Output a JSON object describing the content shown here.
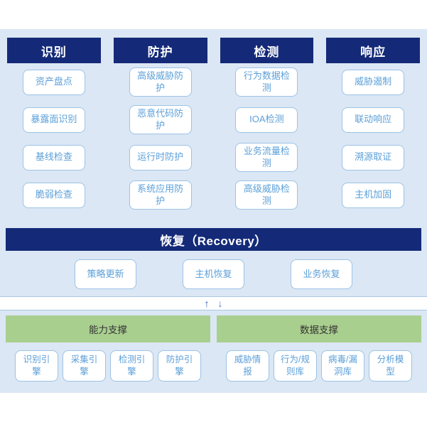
{
  "colors": {
    "navy": "#142a78",
    "panel_bg": "#dbe7f4",
    "box_border": "#9dc3e6",
    "box_text": "#5b9fd8",
    "green": "#a9cf8f",
    "arrow_up": "#2456b4",
    "arrow_down": "#4a7bd4"
  },
  "columns": [
    {
      "header": "识别",
      "items": [
        "资产盘点",
        "暴露面识别",
        "基线检查",
        "脆弱检查"
      ]
    },
    {
      "header": "防护",
      "items": [
        "高级威胁防护",
        "恶意代码防护",
        "运行时防护",
        "系统应用防护"
      ]
    },
    {
      "header": "检测",
      "items": [
        "行为数据检测",
        "IOA检测",
        "业务流量检测",
        "高级威胁检测"
      ]
    },
    {
      "header": "响应",
      "items": [
        "威胁遏制",
        "联动响应",
        "溯源取证",
        "主机加固"
      ]
    }
  ],
  "recovery": {
    "header": "恢复（Recovery）",
    "items": [
      "策略更新",
      "主机恢复",
      "业务恢复"
    ]
  },
  "connector": {
    "up_arrow": "↑",
    "down_arrow": "↓"
  },
  "support": [
    {
      "header": "能力支撑",
      "items": [
        "识别引擎",
        "采集引擎",
        "检测引擎",
        "防护引擎"
      ]
    },
    {
      "header": "数据支撑",
      "items": [
        "威胁情报",
        "行为/规则库",
        "病毒/漏洞库",
        "分析模型"
      ]
    }
  ]
}
